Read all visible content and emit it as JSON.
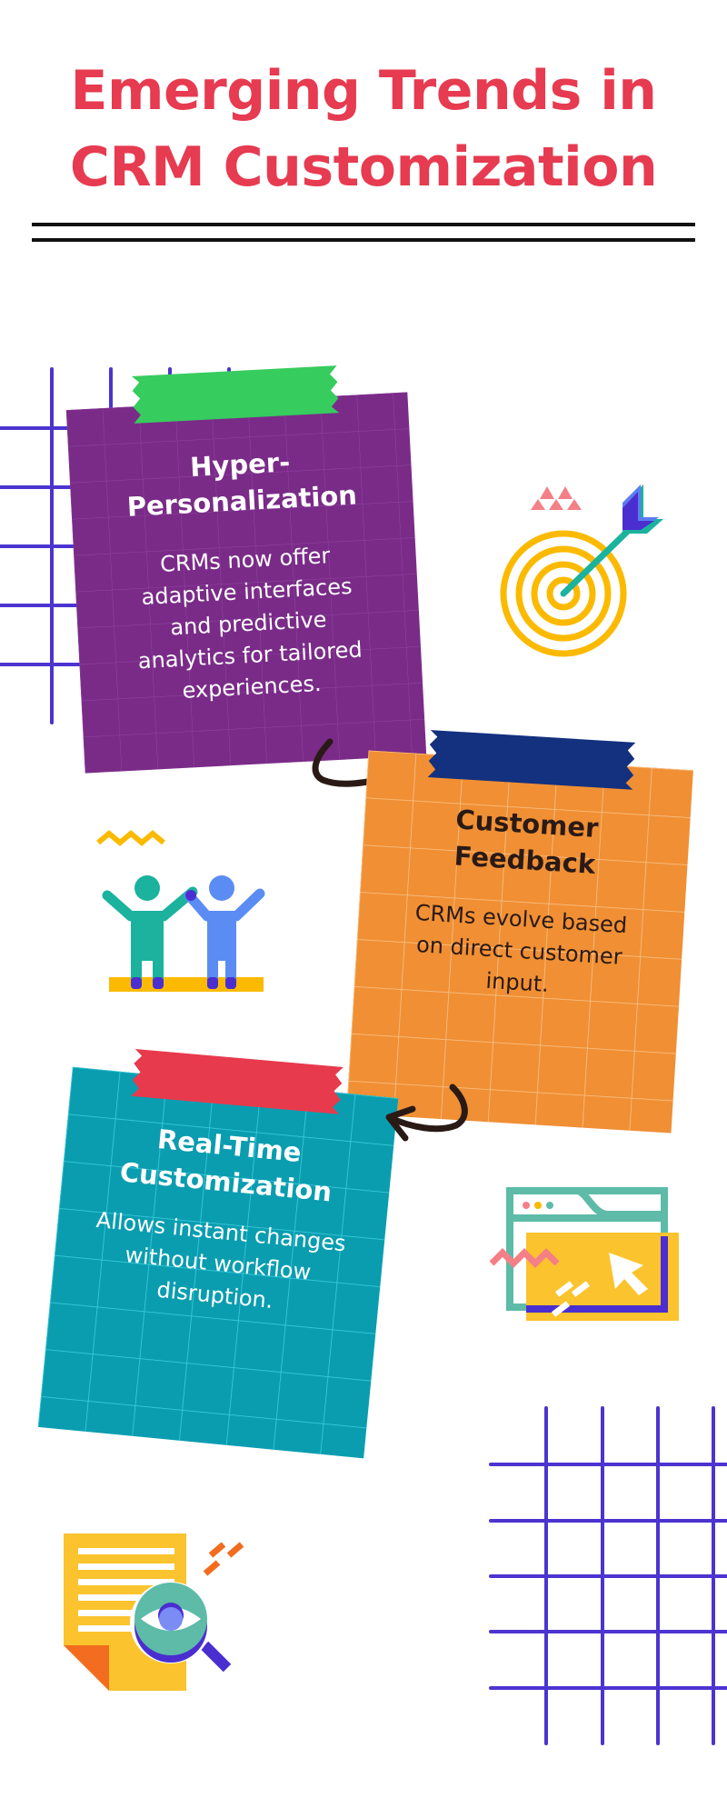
{
  "header": {
    "title_line1": "Emerging Trends in",
    "title_line2": "CRM Customization"
  },
  "colors": {
    "title": "#E63B50",
    "grid_lines": "#4B34D0",
    "purple_card": "#7A2B88",
    "orange_card": "#F08F34",
    "teal_card": "#0A9DB0",
    "green_tape": "#37CC5E",
    "navy_tape": "#13317E",
    "red_tape": "#E83A4D",
    "arrow": "#2A1A16"
  },
  "cards": [
    {
      "id": "hyper-personalization",
      "heading_line1": "Hyper-",
      "heading_line2": "Personalization",
      "body_lines": [
        "CRMs now offer",
        "adaptive interfaces",
        "and predictive",
        "analytics for tailored",
        "experiences."
      ]
    },
    {
      "id": "customer-feedback",
      "heading_line1": "Customer",
      "heading_line2": "Feedback",
      "body_lines": [
        "CRMs evolve based",
        "on direct customer",
        "input."
      ]
    },
    {
      "id": "real-time-customization",
      "heading_line1": "Real-Time",
      "heading_line2": "Customization",
      "body_lines": [
        "Allows instant changes",
        "without workflow",
        "disruption."
      ]
    }
  ],
  "icons": {
    "target": "target-with-dart-icon",
    "people": "celebrating-people-icon",
    "browser": "browser-cursor-icon",
    "document": "document-magnifier-eye-icon",
    "arrow1": "curved-arrow-right-icon",
    "arrow2": "curved-arrow-left-icon"
  }
}
